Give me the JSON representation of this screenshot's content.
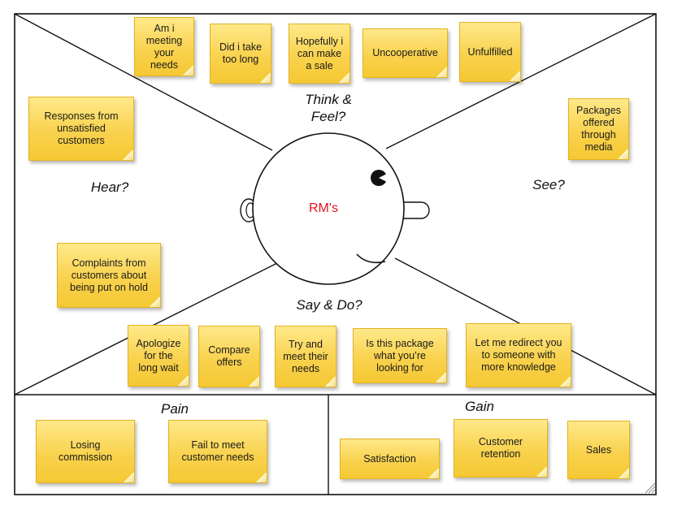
{
  "diagram": {
    "center_label": "RM's",
    "center_label_color": "#e0141e",
    "line_color": "#111111",
    "note_color": "#f9d24e"
  },
  "quadrants": {
    "think_feel": "Think &\nFeel?",
    "see": "See?",
    "hear": "Hear?",
    "say_do": "Say & Do?"
  },
  "bottom": {
    "pain": "Pain",
    "gain": "Gain"
  },
  "notes": {
    "think": [
      "Am i\nmeeting\nyour\nneeds",
      "Did i take\ntoo long",
      "Hopefully i\ncan make\na sale",
      "Uncooperative",
      "Unfulfilled"
    ],
    "hear": [
      "Responses from\nunsatisfied\ncustomers",
      "Complaints from\ncustomers about\nbeing put on hold"
    ],
    "see": [
      "Packages\noffered\nthrough\nmedia"
    ],
    "say": [
      "Apologize\nfor the\nlong wait",
      "Compare\noffers",
      "Try and\nmeet their\nneeds",
      "Is this package\nwhat you’re\nlooking for",
      "Let me redirect you\nto someone with\nmore knowledge"
    ],
    "pain": [
      "Losing\ncommission",
      "Fail to meet\ncustomer needs"
    ],
    "gain": [
      "Satisfaction",
      "Customer\nretention",
      "Sales"
    ]
  }
}
